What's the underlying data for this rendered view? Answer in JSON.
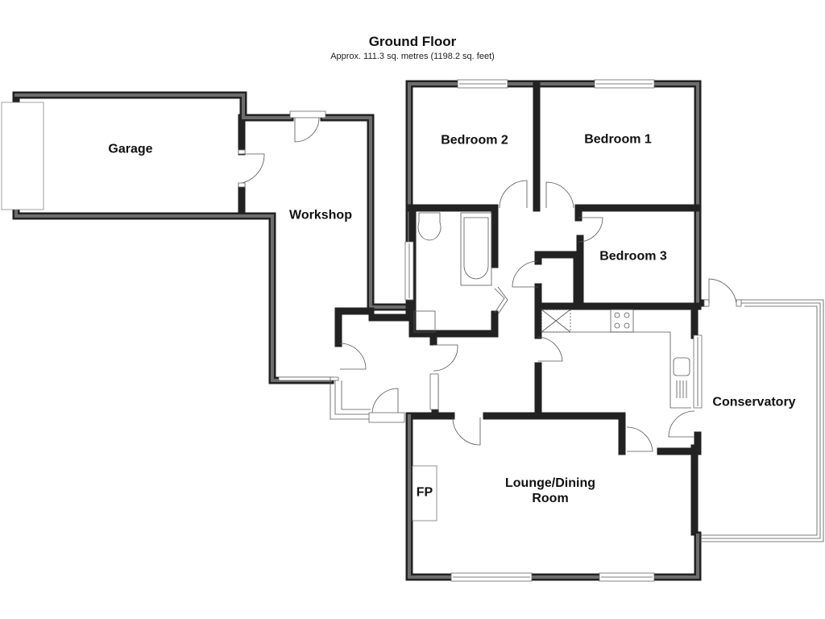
{
  "header": {
    "title": "Ground Floor",
    "subtitle": "Approx. 111.3 sq. metres (1198.2 sq. feet)"
  },
  "rooms": {
    "garage": "Garage",
    "workshop": "Workshop",
    "bedroom2": "Bedroom 2",
    "bedroom1": "Bedroom 1",
    "bedroom3": "Bedroom 3",
    "conservatory": "Conservatory",
    "lounge_line1": "Lounge/Dining",
    "lounge_line2": "Room",
    "fireplace": "FP"
  },
  "colors": {
    "wall_outline": "#222222",
    "wall_fill": "#6d6d6d",
    "fixture_line": "#555555",
    "background": "#ffffff"
  }
}
